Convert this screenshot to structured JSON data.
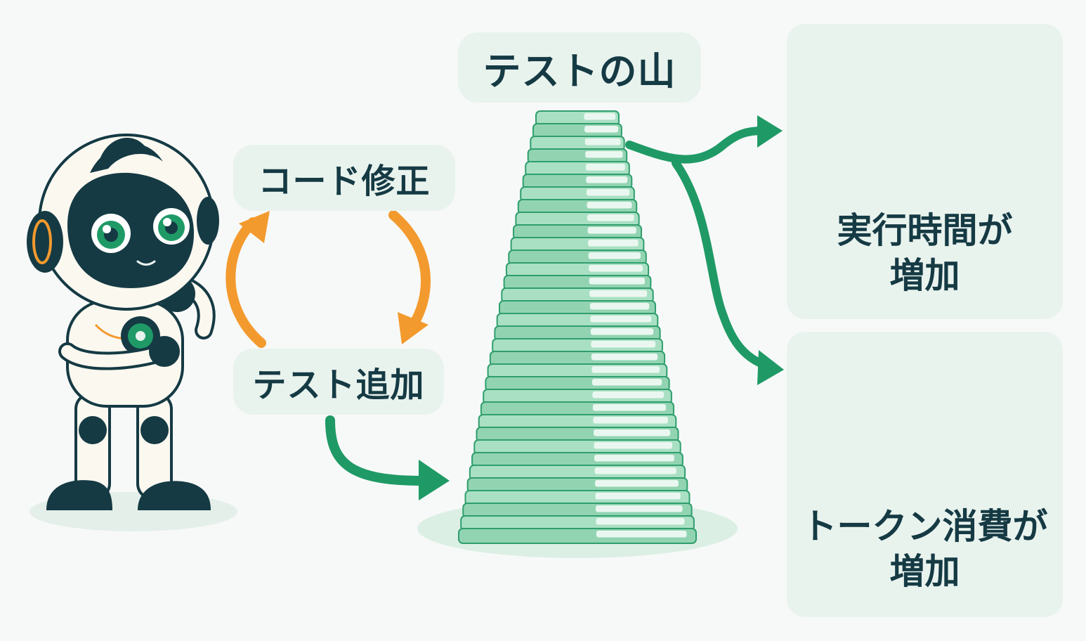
{
  "labels": {
    "title": "テストの山",
    "code_fix": "コード修正",
    "test_add": "テスト追加"
  },
  "panels": {
    "time": {
      "line1": "実行時間が",
      "line2": "増加"
    },
    "token": {
      "line1": "トークン消費が",
      "line2": "増加"
    }
  },
  "icons": {
    "robot": "robot-mascot-icon",
    "clock": "clock-icon",
    "coins": "coins-stack-icon"
  },
  "colors": {
    "dark_teal": "#153a44",
    "green": "#1f9a66",
    "orange": "#f39a2e",
    "pale_green": "#e9f3ee",
    "stack_green": "#8fd3b0"
  }
}
